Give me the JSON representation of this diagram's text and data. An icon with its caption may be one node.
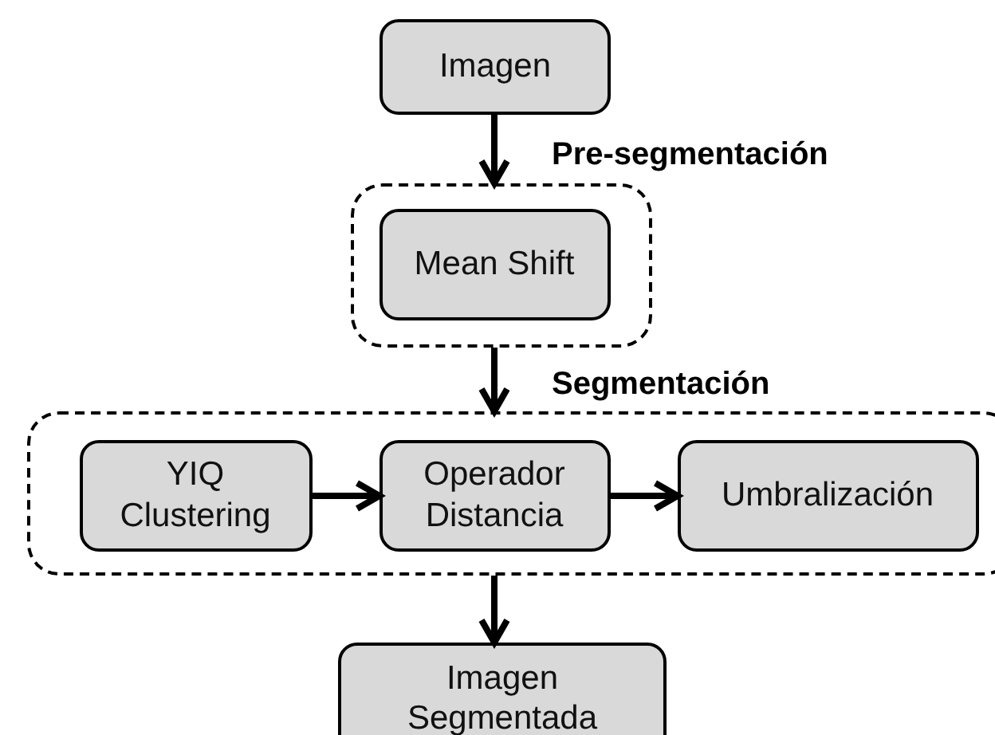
{
  "diagram": {
    "nodes": [
      {
        "text": [
          "Imagen"
        ]
      },
      {
        "text": [
          "Pre-segmentación"
        ]
      },
      {
        "text": [
          "Mean Shift"
        ],
        "in": 1
      },
      {
        "text": [
          "Segmentación"
        ]
      },
      {
        "text": [
          "YIQ Clustering"
        ],
        "in": 3
      },
      {
        "text": [
          "Operador Distancia"
        ],
        "in": 3
      },
      {
        "text": [
          "Umbralización"
        ],
        "in": 3
      },
      {
        "text": [
          "Imagen Segmentada"
        ]
      }
    ],
    "edges": [
      {
        "from": 0,
        "to": 1,
        "arrow": "to"
      },
      {
        "from": 1,
        "to": 3,
        "arrow": "to"
      },
      {
        "from": 4,
        "to": 5,
        "arrow": "to"
      },
      {
        "from": 5,
        "to": 6,
        "arrow": "to"
      },
      {
        "from": 3,
        "to": 7,
        "arrow": "to"
      }
    ]
  }
}
